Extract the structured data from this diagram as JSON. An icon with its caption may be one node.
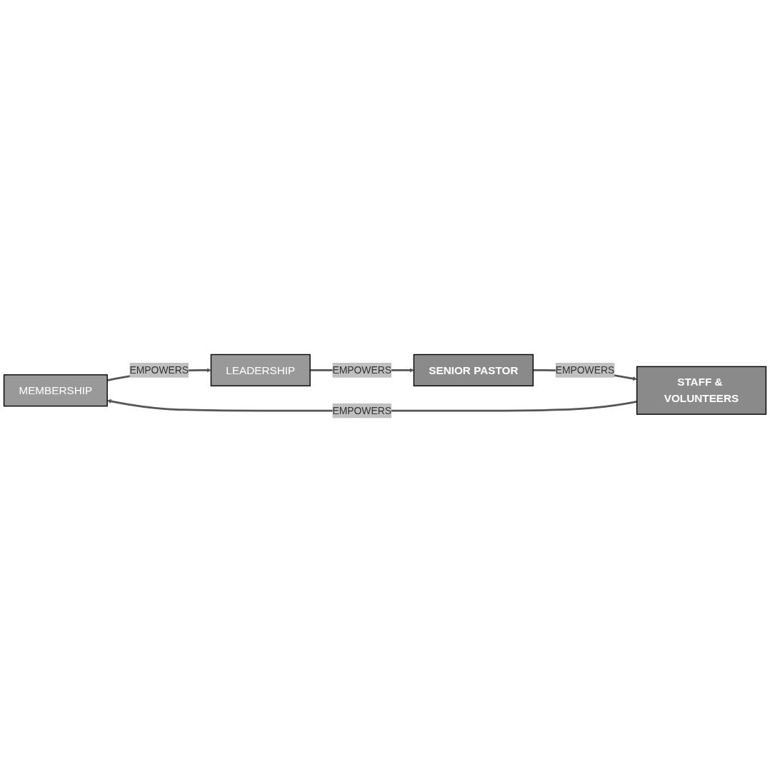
{
  "diagram": {
    "nodes": [
      {
        "text": [
          "MEMBERSHIP"
        ]
      },
      {
        "text": [
          "LEADERSHIP"
        ]
      },
      {
        "text": [
          "SENIOR PASTOR"
        ]
      },
      {
        "text": [
          "STAFF & VOLUNTEERS"
        ]
      }
    ],
    "edges": [
      {
        "from": 0,
        "to": 1,
        "arrow": "to",
        "label": "EMPOWERS"
      },
      {
        "from": 1,
        "to": 2,
        "arrow": "to",
        "label": "EMPOWERS"
      },
      {
        "from": 2,
        "to": 3,
        "arrow": "to",
        "label": "EMPOWERS"
      },
      {
        "from": 3,
        "to": 0,
        "arrow": "to",
        "label": "EMPOWERS"
      }
    ]
  }
}
